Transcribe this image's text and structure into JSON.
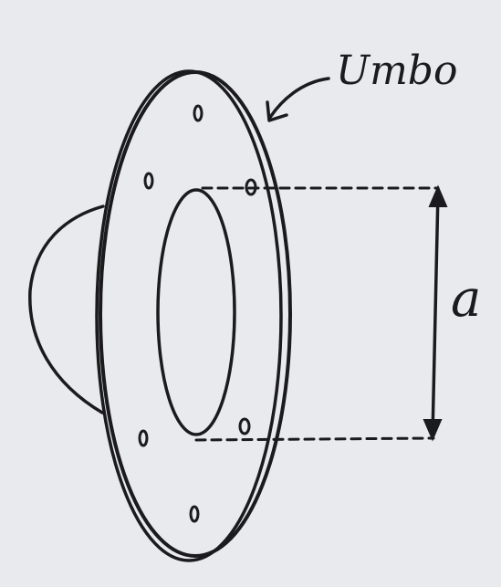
{
  "diagram": {
    "labels": {
      "umbo": "Umbo",
      "dimension": "a"
    },
    "colors": {
      "paper": "#e9eaee",
      "ink": "#1b1a1c",
      "border": "#ffffff"
    },
    "rivet_holes": 6
  }
}
